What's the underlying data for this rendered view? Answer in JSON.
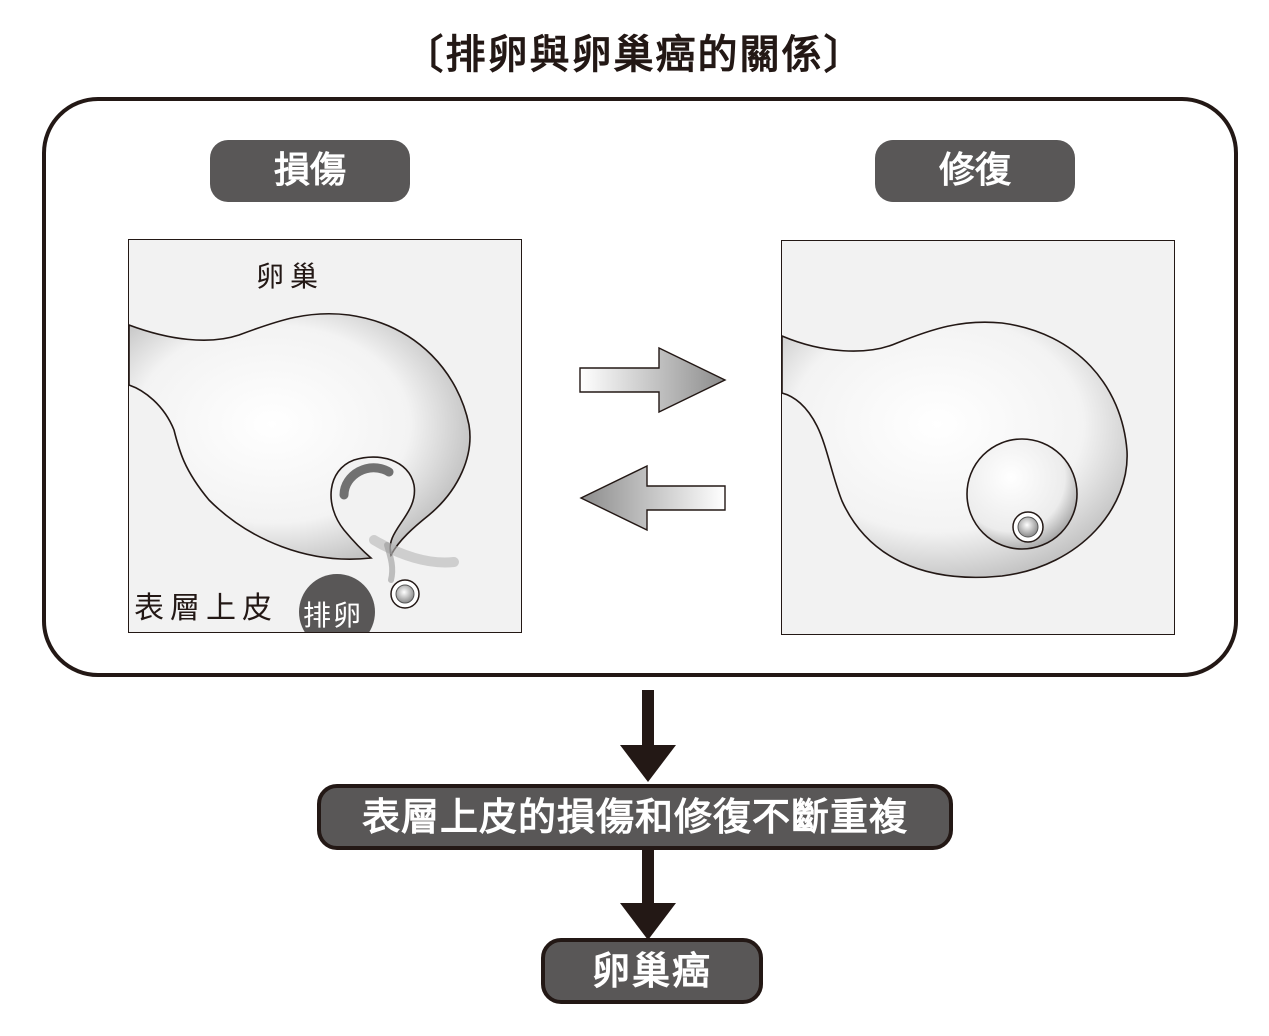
{
  "title": "〔排卵與卵巢癌的關係〕",
  "damage_label": "損傷",
  "repair_label": "修復",
  "ovary_label": "卵巢",
  "epithelium_label": "表層上皮",
  "ovulation_label": "排卵",
  "repeat_box": "表層上皮的損傷和修復不斷重複",
  "cancer_box": "卵巢癌",
  "colors": {
    "dark": "#231815",
    "pill": "#595757",
    "panel_bg": "#f2f2f2"
  }
}
